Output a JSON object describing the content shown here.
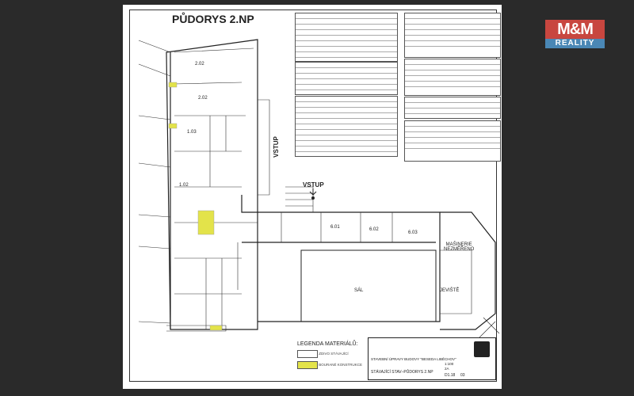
{
  "drawing": {
    "title": "PŮDORYS 2.NP",
    "entrance_labels": [
      "VSTUP",
      "VSTUP"
    ],
    "rooms": [
      "2.02",
      "2.02",
      "1.03",
      "1.02",
      "6.01",
      "6.02",
      "6.03",
      "SÁL",
      "JEVIŠTĚ"
    ],
    "machinery_label": [
      "MAŠINERIE",
      "NEZMĚŘENO"
    ]
  },
  "legend": {
    "heading": "LEGENDA MATERIÁLŮ:",
    "items": [
      {
        "label": "ZDIVO STÁVAJÍCÍ",
        "color": "#ffffff"
      },
      {
        "label": "BOURANÉ KONSTRUKCE",
        "color": "#e3e34a"
      }
    ]
  },
  "title_block": {
    "project": "STAVEBNÍ ÚPRAVY BUDOVY \"BESEDA LIBĚCHOV\"",
    "sheet": "STÁVAJÍCÍ STAV–PŮDORYS 2.NP",
    "drawing_no": "D1.18",
    "number": "03",
    "scale": "1:100",
    "format": "2A"
  },
  "logo": {
    "top": "M&M",
    "bottom": "REALITY"
  }
}
